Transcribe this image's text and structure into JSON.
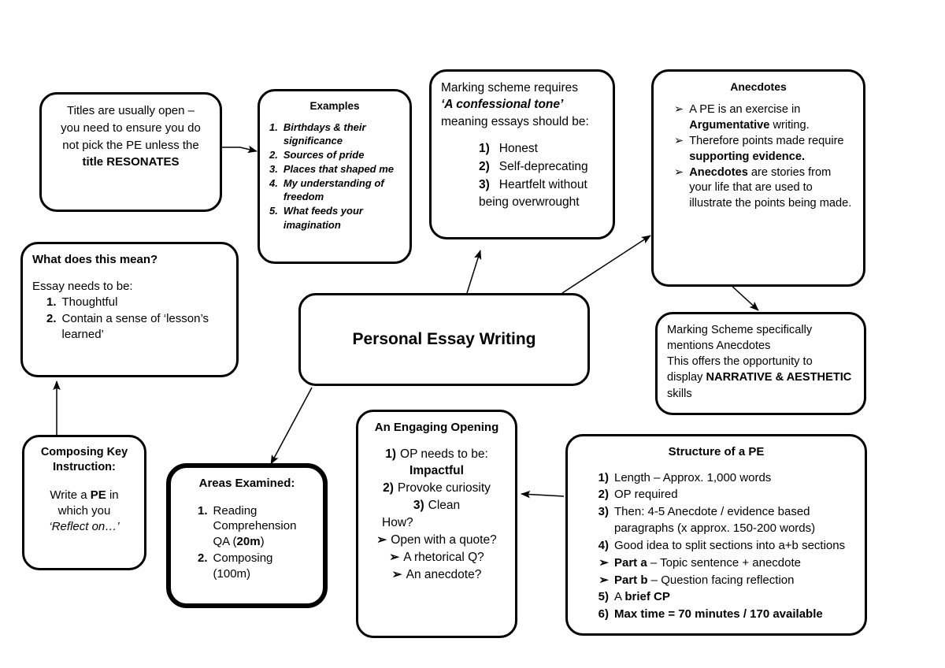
{
  "diagram": {
    "title": "Personal Essay Writing",
    "center": {
      "label": "Personal Essay Writing"
    },
    "nodes": {
      "titles": {
        "name": "titles-box",
        "lines": [
          "Titles are usually open –",
          "you need to ensure you do",
          "not pick the PE unless the",
          "title RESONATES"
        ],
        "bold_words": [
          "RESONATES"
        ]
      },
      "examples": {
        "heading": "Examples",
        "items": [
          {
            "marker": "1.",
            "text": "Birthdays & their significance"
          },
          {
            "marker": "2.",
            "text": "Sources of pride"
          },
          {
            "marker": "3.",
            "text": "Places that shaped me"
          },
          {
            "marker": "4.",
            "text": "My understanding of freedom"
          },
          {
            "marker": "5.",
            "text": "What feeds your imagination"
          }
        ]
      },
      "marking_scheme": {
        "intro_line1": "Marking scheme requires",
        "intro_quote": "‘A confessional tone’",
        "intro_line3": "meaning essays should be:",
        "items": [
          {
            "marker": "1)",
            "text": "Honest"
          },
          {
            "marker": "2)",
            "text": "Self-deprecating"
          },
          {
            "marker": "3)",
            "text": "Heartfelt without being overwrought"
          }
        ]
      },
      "anecdotes": {
        "heading": "Anecdotes",
        "items": [
          {
            "marker": "➢",
            "text": "A PE is an exercise in Argumentative writing.",
            "bold_parts": [
              "Argumentative"
            ]
          },
          {
            "marker": "➢",
            "text": "Therefore points made require supporting evidence.",
            "bold_parts": [
              "supporting evidence."
            ]
          },
          {
            "marker": "➢",
            "text": "Anecdotes are stories from your life that are used to illustrate the points being made.",
            "bold_parts": [
              "Anecdotes"
            ]
          }
        ]
      },
      "marking_scheme_specific": {
        "lines": [
          "Marking Scheme specifically",
          "mentions Anecdotes",
          "This offers the opportunity to",
          "display NARRATIVE & AESTHETIC",
          "skills"
        ],
        "bold_words": [
          "NARRATIVE & AESTHETIC"
        ]
      },
      "what_does_this_mean": {
        "heading": "What does this mean?",
        "intro": "Essay needs to be:",
        "items": [
          {
            "marker": "1.",
            "text": "Thoughtful"
          },
          {
            "marker": "2.",
            "text": "Contain a sense of ‘lesson’s learned’"
          }
        ]
      },
      "composing_key_instruction": {
        "heading_line1": "Composing Key",
        "heading_line2": "Instruction:",
        "body_line1": "Write a PE in",
        "body_line2": "which you",
        "body_line3_italic": "‘Reflect on…’",
        "bold_words": [
          "PE"
        ]
      },
      "areas_examined": {
        "heading": "Areas Examined:",
        "items": [
          {
            "marker": "1.",
            "text": "Reading Comprehension QA (20m)",
            "bold_parts": [
              "20m"
            ]
          },
          {
            "marker": "2.",
            "text": "Composing (100m)",
            "bold_parts": []
          }
        ]
      },
      "engaging_opening": {
        "heading": "An Engaging Opening",
        "items": [
          {
            "marker": "1)",
            "text": "OP needs to be: Impactful",
            "bold_parts": [
              "Impactful"
            ]
          },
          {
            "marker": "2)",
            "text": "Provoke curiosity"
          },
          {
            "marker": "3)",
            "text": "Clean"
          }
        ],
        "how_label": "How?",
        "bullets": [
          {
            "marker": "➢",
            "text": "Open with a quote?"
          },
          {
            "marker": "➢",
            "text": "A rhetorical Q?"
          },
          {
            "marker": "➢",
            "text": "An anecdote?"
          }
        ]
      },
      "structure_of_pe": {
        "heading": "Structure of a PE",
        "items": [
          {
            "marker": "1)",
            "text": "Length – Approx. 1,000 words"
          },
          {
            "marker": "2)",
            "text": "OP required"
          },
          {
            "marker": "3)",
            "text": "Then: 4-5 Anecdote / evidence based paragraphs (x approx. 150-200 words)"
          },
          {
            "marker": "4)",
            "text": "Good idea to split sections into a+b sections"
          },
          {
            "marker": "➢",
            "text": "Part a – Topic sentence + anecdote",
            "bold_parts": [
              "Part a"
            ]
          },
          {
            "marker": "➢",
            "text": "Part b – Question facing reflection",
            "bold_parts": [
              "Part b"
            ]
          },
          {
            "marker": "5)",
            "text": "A brief CP",
            "bold_parts": [
              "brief CP"
            ]
          },
          {
            "marker": "6)",
            "text": "Max time = 70 minutes / 170 available",
            "bold_parts": [
              "Max time = 70 minutes / 170 available"
            ]
          }
        ]
      }
    },
    "connections": [
      {
        "from": "titles",
        "to": "examples",
        "label": "titles-to-examples"
      },
      {
        "from": "what_does_this_mean",
        "to": "titles",
        "label": "meaning-to-titles"
      },
      {
        "from": "composing_key_instruction",
        "to": "what_does_this_mean",
        "label": "composing-to-meaning"
      },
      {
        "from": "center",
        "to": "marking_scheme",
        "label": "center-to-marking-scheme"
      },
      {
        "from": "center",
        "to": "anecdotes",
        "label": "center-to-anecdotes"
      },
      {
        "from": "anecdotes",
        "to": "marking_scheme_specific",
        "label": "anecdotes-to-ms-specific"
      },
      {
        "from": "center",
        "to": "areas_examined",
        "label": "center-to-areas-examined"
      },
      {
        "from": "structure_of_pe",
        "to": "engaging_opening",
        "label": "structure-to-opening"
      }
    ],
    "colors": {
      "stroke": "#000000",
      "background": "#ffffff"
    }
  }
}
